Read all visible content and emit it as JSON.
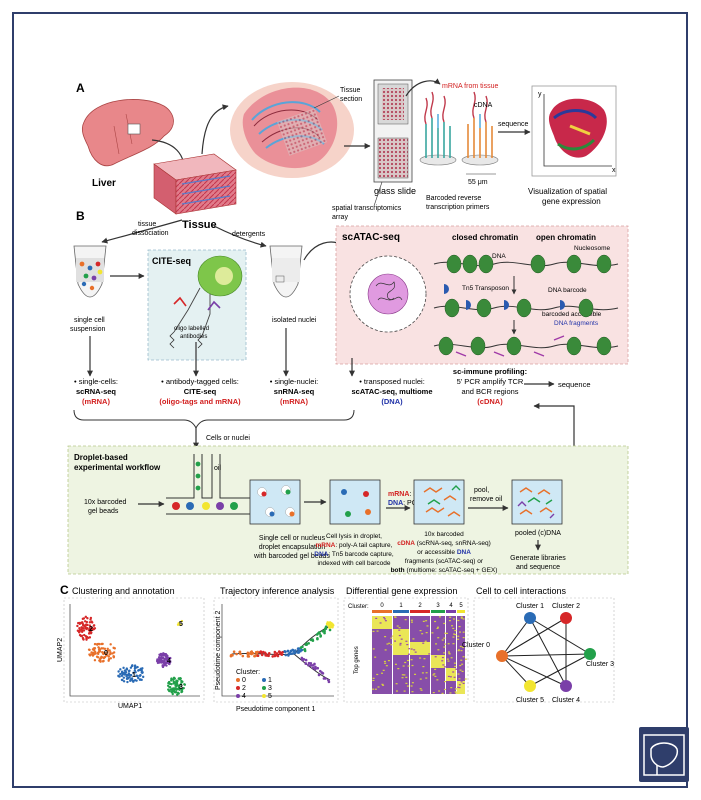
{
  "panelA": {
    "letter": "A",
    "liver": "Liver",
    "tissue": "Tissue",
    "tissue_section": [
      "Tissue",
      "section"
    ],
    "glass_slide": "glass slide",
    "spatial_array": [
      "spatial transcriptomics",
      "array"
    ],
    "mrna_from_tissue": "mRNA from tissue",
    "cdna": "cDNA",
    "um55": "55 μm",
    "barcoded_primers": [
      "Barcoded reverse",
      "transcription primers"
    ],
    "sequence": "sequence",
    "visualization": [
      "Visualization of spatial",
      "gene expression"
    ],
    "axis_y": "y",
    "axis_x": "x"
  },
  "panelB": {
    "letter": "B",
    "tissue_dissociation": [
      "tissue",
      "dissociation"
    ],
    "detergents": "detergents",
    "single_cell_suspension": [
      "single cell",
      "suspension"
    ],
    "cite_title": "CITE-seq",
    "oligo_antibodies": [
      "oligo labelled",
      "antibodies"
    ],
    "isolated_nuclei": "isolated nuclei",
    "scatac_title": "scATAC-seq",
    "closed_chromatin": "closed chromatin",
    "open_chromatin": "open chromatin",
    "dna": "DNA",
    "nucleosome": "Nucleosome",
    "tn5": "Tn5 Transposon",
    "dna_barcode": "DNA barcode",
    "barcoded_fragments": [
      "barcoded accessible",
      "DNA fragments"
    ],
    "col1": [
      "• single-cells:",
      "scRNA-seq",
      "(mRNA)"
    ],
    "col2": [
      "• antibody-tagged cells:",
      "CITE-seq",
      "(oligo-tags and mRNA)"
    ],
    "col3": [
      "• single-nuclei:",
      "snRNA-seq",
      "(mRNA)"
    ],
    "col4": [
      "• transposed nuclei:",
      "scATAC-seq, multiome",
      "(DNA)"
    ],
    "immune": [
      "sc-immune profiling:",
      "5' PCR amplify TCR",
      "and BCR regions",
      "(cDNA)"
    ],
    "immune_sequence": "sequence",
    "cells_or_nuclei": "Cells or nuclei",
    "droplet_title": [
      "Droplet-based",
      "experimental workflow"
    ],
    "gel_beads": [
      "10x barcoded",
      "gel beads"
    ],
    "oil": "oil",
    "encapsulation": [
      "Single cell or nucleus",
      "droplet encapsulation",
      "with barcoded gel beads"
    ],
    "mrna_rt": [
      "mRNA",
      ": RT"
    ],
    "dna_pcr": [
      "DNA",
      ": PCR"
    ],
    "lysis": [
      "Cell lysis in droplet,",
      "mRNA",
      ": poly-A tail capture,",
      "DNA",
      ": Tn5 barcode capture,",
      "indexed with cell barcode"
    ],
    "pool_remove": [
      "pool,",
      "remove oil"
    ],
    "barcoded_out": [
      "10x barcoded",
      "cDNA",
      " (scRNA-seq, snRNA-seq)",
      "or accessible ",
      "DNA",
      "fragments (scATAC-seq) or",
      "both",
      " (multiome: scATAC-seq + GEX)"
    ],
    "pooled": "pooled (c)DNA",
    "generate": [
      "Generate libraries",
      "and sequence"
    ]
  },
  "panelC": {
    "letter": "C",
    "titles": [
      "Clustering and annotation",
      "Trajectory inference analysis",
      "Differential gene expression",
      "Cell to cell interactions"
    ],
    "umap1": "UMAP1",
    "umap2": "UMAP2",
    "pt1": "Pseudotime component 1",
    "pt2": "Pseudotime component 2",
    "cluster_label": "Cluster:",
    "legend": [
      "0",
      "1",
      "2",
      "3",
      "4",
      "5"
    ],
    "top_genes": "Top genes",
    "heat_clusters": [
      "0",
      "1",
      "2",
      "3",
      "4",
      "5"
    ],
    "nodes": [
      "Cluster 0",
      "Cluster 1",
      "Cluster 2",
      "Cluster 3",
      "Cluster 4",
      "Cluster 5"
    ],
    "umap_labels": [
      "0",
      "1",
      "2",
      "3",
      "4",
      "5"
    ]
  },
  "colors": {
    "frame": "#2f3e6b",
    "cluster": [
      "#e8702a",
      "#2a6bb5",
      "#d62728",
      "#22a04a",
      "#7a3fa8",
      "#f2e530"
    ],
    "red_text": "#d21f1f",
    "blue_text": "#2233a8",
    "cite_bg": "#e4f1f2",
    "atac_bg": "#f9e2e2",
    "droplet_bg": "#eef4e2"
  }
}
